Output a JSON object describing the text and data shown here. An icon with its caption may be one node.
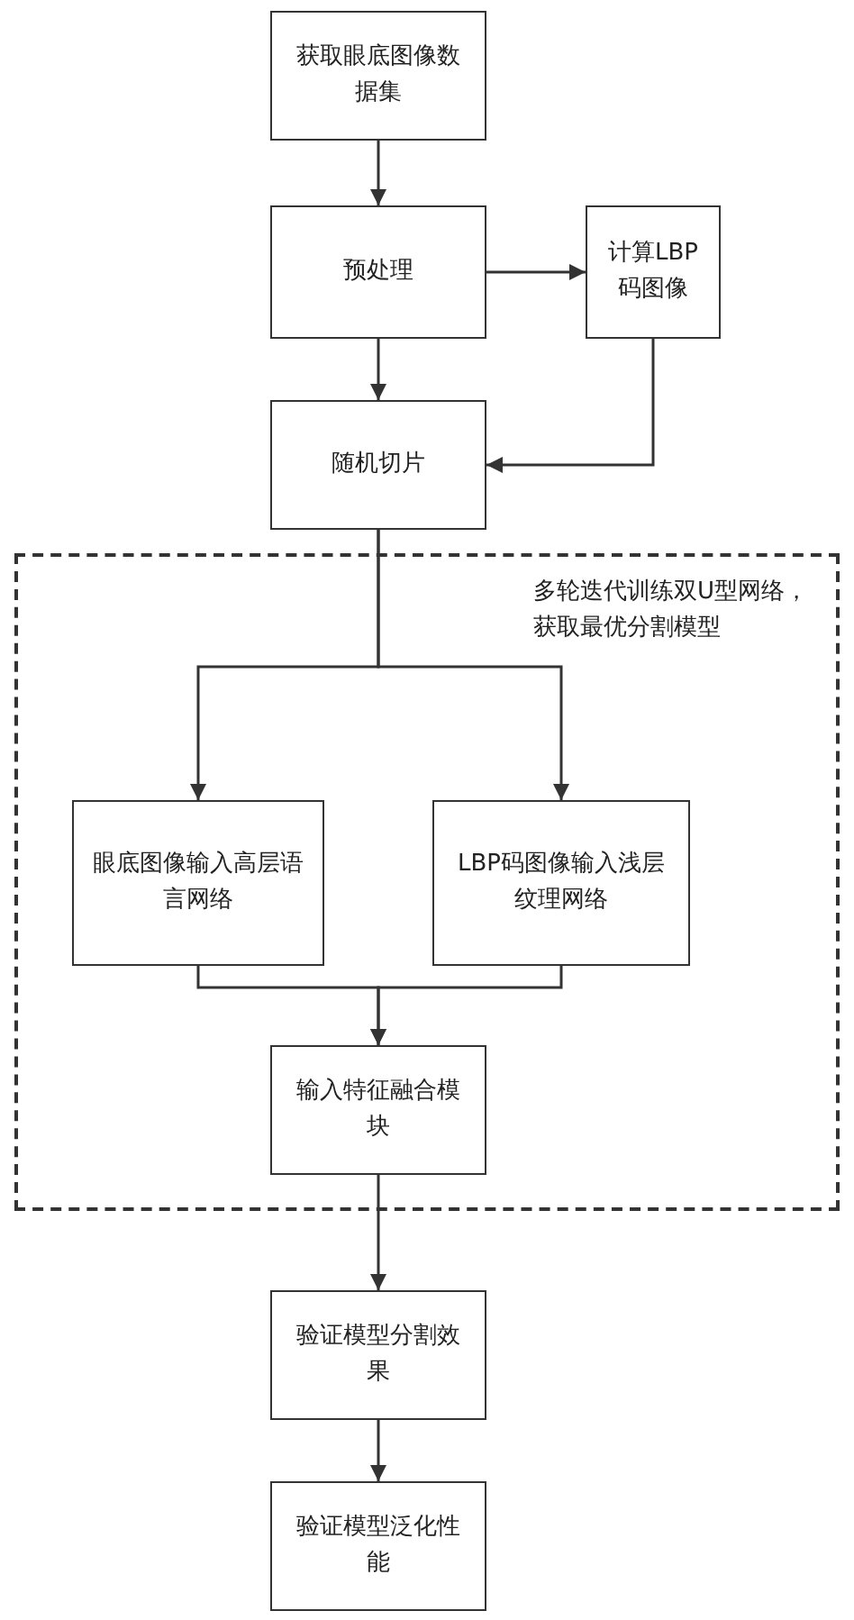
{
  "diagram": {
    "nodes": [
      {
        "text": [
          "获取眼底图像数据集"
        ]
      },
      {
        "text": [
          "预处理"
        ]
      },
      {
        "text": [
          "计算LBP码图像"
        ]
      },
      {
        "text": [
          "随机切片"
        ]
      },
      {
        "text": [
          "多轮迭代训练双U型网络，获取最优分割模型"
        ]
      },
      {
        "text": [
          "眼底图像输入高层语言网络"
        ],
        "in": 4
      },
      {
        "text": [
          "LBP码图像输入浅层纹理网络"
        ],
        "in": 4
      },
      {
        "text": [
          "输入特征融合模块"
        ],
        "in": 4
      },
      {
        "text": [
          "验证模型分割效果"
        ]
      },
      {
        "text": [
          "验证模型泛化性能"
        ]
      }
    ],
    "edges": [
      {
        "from": 0,
        "to": 1,
        "arrow": "to"
      },
      {
        "from": 1,
        "to": 2,
        "arrow": "to"
      },
      {
        "from": 1,
        "to": 3,
        "arrow": "to"
      },
      {
        "from": 2,
        "to": 3,
        "arrow": "to"
      },
      {
        "from": 3,
        "to": 5,
        "arrow": "to"
      },
      {
        "from": 3,
        "to": 6,
        "arrow": "to"
      },
      {
        "from": 5,
        "to": 7,
        "arrow": "to"
      },
      {
        "from": 6,
        "to": 7,
        "arrow": "to"
      },
      {
        "from": 7,
        "to": 8,
        "arrow": "to"
      },
      {
        "from": 8,
        "to": 9,
        "arrow": "to"
      }
    ]
  }
}
